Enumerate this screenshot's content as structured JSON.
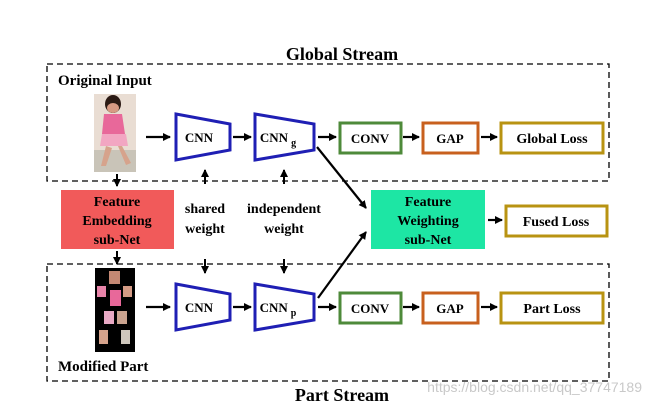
{
  "titles": {
    "global_stream": "Global Stream",
    "part_stream": "Part Stream",
    "original_input": "Original Input",
    "modified_part": "Modified Part"
  },
  "blocks": {
    "cnn_global": "CNN",
    "cnn_g_base": "CNN",
    "cnn_g_sub": "g",
    "conv_global": "CONV",
    "gap_global": "GAP",
    "global_loss": "Global Loss",
    "cnn_part": "CNN",
    "cnn_p_base": "CNN",
    "cnn_p_sub": "p",
    "conv_part": "CONV",
    "gap_part": "GAP",
    "part_loss": "Part Loss",
    "fused_loss": "Fused Loss"
  },
  "feature_embedding": {
    "line1": "Feature",
    "line2": "Embedding",
    "line3": "sub-Net"
  },
  "feature_weighting": {
    "line1": "Feature",
    "line2": "Weighting",
    "line3": "sub-Net"
  },
  "annotations": {
    "shared_line1": "shared",
    "shared_line2": "weight",
    "independent_line1": "independent",
    "independent_line2": "weight"
  },
  "watermark": "https://blog.csdn.net/qq_37747189",
  "colors": {
    "cnn_border": "#1f1fb4",
    "conv_border": "#4e8a3a",
    "gap_border": "#c8601e",
    "loss_border": "#b89312",
    "feature_embedding_fill": "#f15a5a",
    "feature_weighting_fill": "#1de6a4"
  },
  "icons": {
    "original_input_image": "person-photo-icon",
    "modified_part_image": "person-parts-photo-icon"
  }
}
